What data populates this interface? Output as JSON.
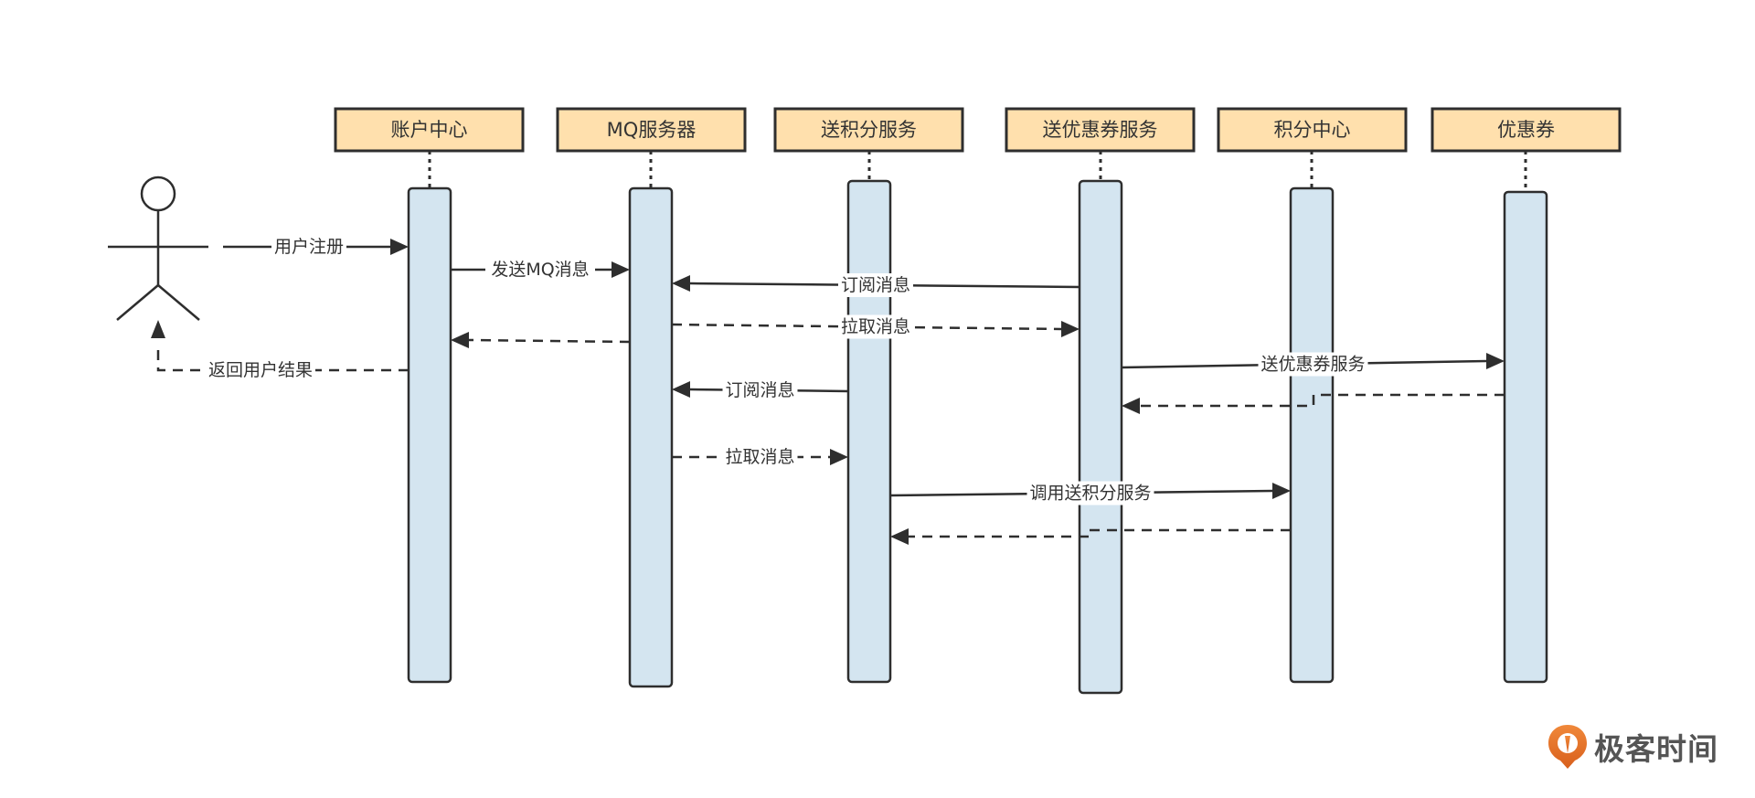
{
  "diagram": {
    "type": "sequence",
    "actor": {
      "id": "user",
      "label": ""
    },
    "participants": [
      {
        "id": "account",
        "label": "账户中心"
      },
      {
        "id": "mq",
        "label": "MQ服务器"
      },
      {
        "id": "points_svc",
        "label": "送积分服务"
      },
      {
        "id": "coupon_svc",
        "label": "送优惠券服务"
      },
      {
        "id": "points_center",
        "label": "积分中心"
      },
      {
        "id": "coupon",
        "label": "优惠券"
      }
    ],
    "messages": [
      {
        "from": "user",
        "to": "account",
        "label": "用户注册",
        "style": "solid"
      },
      {
        "from": "account",
        "to": "mq",
        "label": "发送MQ消息",
        "style": "solid"
      },
      {
        "from": "coupon_svc",
        "to": "mq",
        "label": "订阅消息",
        "style": "solid"
      },
      {
        "from": "mq",
        "to": "coupon_svc",
        "label": "拉取消息",
        "style": "dashed"
      },
      {
        "from": "mq",
        "to": "account",
        "label": "",
        "style": "dashed"
      },
      {
        "from": "account",
        "to": "user",
        "label": "返回用户结果",
        "style": "dashed"
      },
      {
        "from": "coupon_svc",
        "to": "coupon",
        "label": "送优惠券服务",
        "style": "solid"
      },
      {
        "from": "points_svc",
        "to": "mq",
        "label": "订阅消息",
        "style": "solid"
      },
      {
        "from": "coupon",
        "to": "coupon_svc",
        "label": "",
        "style": "dashed"
      },
      {
        "from": "mq",
        "to": "points_svc",
        "label": "拉取消息",
        "style": "dashed"
      },
      {
        "from": "points_svc",
        "to": "points_center",
        "label": "调用送积分服务",
        "style": "solid"
      },
      {
        "from": "points_center",
        "to": "points_svc",
        "label": "",
        "style": "dashed"
      }
    ]
  },
  "watermark": {
    "brand": "极客时间",
    "logo_color": "#e8772e"
  }
}
